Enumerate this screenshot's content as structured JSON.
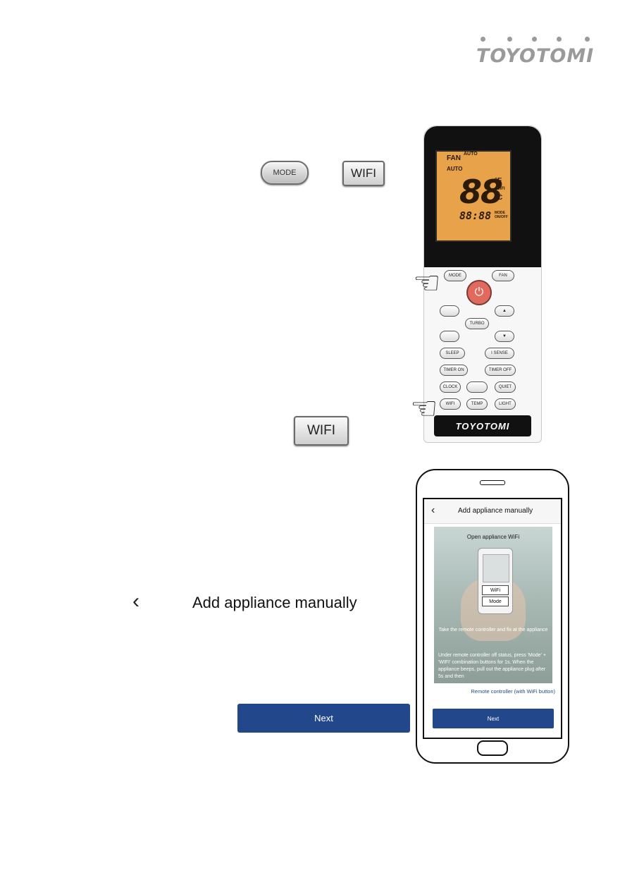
{
  "brand": {
    "logo_text": "TOYOTOMI"
  },
  "instruction_buttons": {
    "mode_label": "MODE",
    "wifi_label": "WIFI",
    "wifi_label_2": "WIFI"
  },
  "remote": {
    "lcd": {
      "fan": "FAN",
      "auto_top": "AUTO",
      "auto": "AUTO",
      "temp": "88",
      "unit_f": "°F",
      "unit_c": "°C",
      "wifi": "WIFI",
      "time": "88:88",
      "on_off": "MODE ON/OFF"
    },
    "buttons": {
      "mode": "MODE",
      "fan": "FAN",
      "turbo": "TURBO",
      "sleep": "SLEEP",
      "isense": "I SENSE",
      "timer_on": "TIMER ON",
      "timer_off": "TIMER OFF",
      "clock": "CLOCK",
      "quiet": "QUIET",
      "wifi": "WIFI",
      "temp": "TEMP",
      "light": "LIGHT",
      "up": "▲",
      "down": "▼",
      "power": "⏻"
    },
    "brand": "TOYOTOMI"
  },
  "callout": {
    "back_icon": "chevron-left-icon",
    "title": "Add appliance manually",
    "next_label": "Next"
  },
  "phone_screen": {
    "title": "Add appliance manually",
    "image_title": "Open appliance WiFi",
    "key_wifi": "WiFi",
    "key_mode": "Mode",
    "caption": "Take the remote controller and fix at the appliance",
    "body": "Under remote controller off status, press 'Mode' + 'WIFI' combination buttons for 1s. When the appliance beeps, pull out the appliance plug after 5s and then",
    "link": "Remote controller (with WiFi button)",
    "next_label": "Next"
  },
  "colors": {
    "accent": "#22488b",
    "lcd": "#e8a24a",
    "power": "#e06a5e",
    "logo": "#9a9a9a"
  }
}
